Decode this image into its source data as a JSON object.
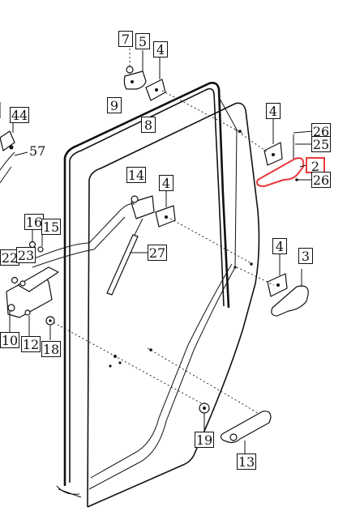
{
  "colors": {
    "line": "#111111",
    "highlight": "#e8393b",
    "background": "#ffffff"
  },
  "callouts": {
    "c7": "7",
    "c5": "5",
    "c4a": "4",
    "c9": "9",
    "c8": "8",
    "c44": "44",
    "c57": "57",
    "c4b": "4",
    "c26a": "26",
    "c25": "25",
    "c2": "2",
    "c26b": "26",
    "c14": "14",
    "c4c": "4",
    "c16": "16",
    "c15": "15",
    "c27": "27",
    "c4d": "4",
    "c3": "3",
    "c22": "22",
    "c23": "23",
    "c10": "10",
    "c12": "12",
    "c18": "18",
    "c19": "19",
    "c13": "13"
  }
}
